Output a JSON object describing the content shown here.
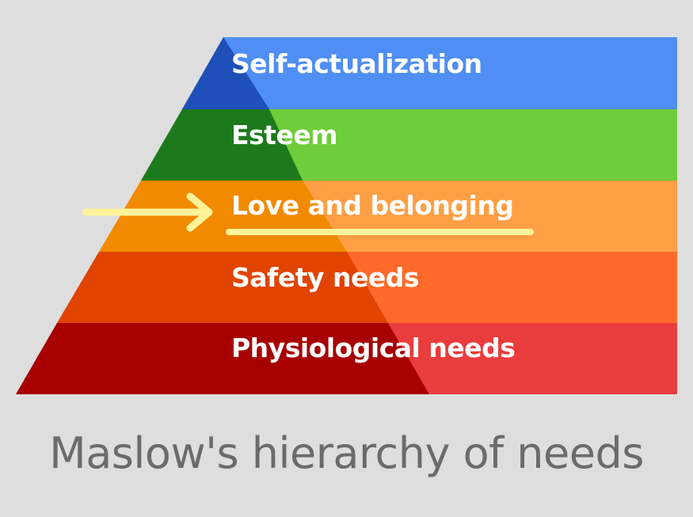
{
  "diagram": {
    "title": "Maslow's hierarchy of needs",
    "levels": [
      {
        "label": "Self-actualization",
        "dark_color": "#1f4fb8",
        "light_color": "#4f8ef5"
      },
      {
        "label": "Esteem",
        "dark_color": "#1c7a1c",
        "light_color": "#6fcc3a"
      },
      {
        "label": "Love and belonging",
        "dark_color": "#f28a00",
        "light_color": "#ff9f45",
        "highlighted": true
      },
      {
        "label": "Safety needs",
        "dark_color": "#e04400",
        "light_color": "#ff6a2b"
      },
      {
        "label": "Physiological needs",
        "dark_color": "#a80000",
        "light_color": "#ea3d3d"
      }
    ],
    "highlight_color": "#fff39a",
    "caption_color": "#6b6b6b",
    "background_color": "#dedede"
  }
}
